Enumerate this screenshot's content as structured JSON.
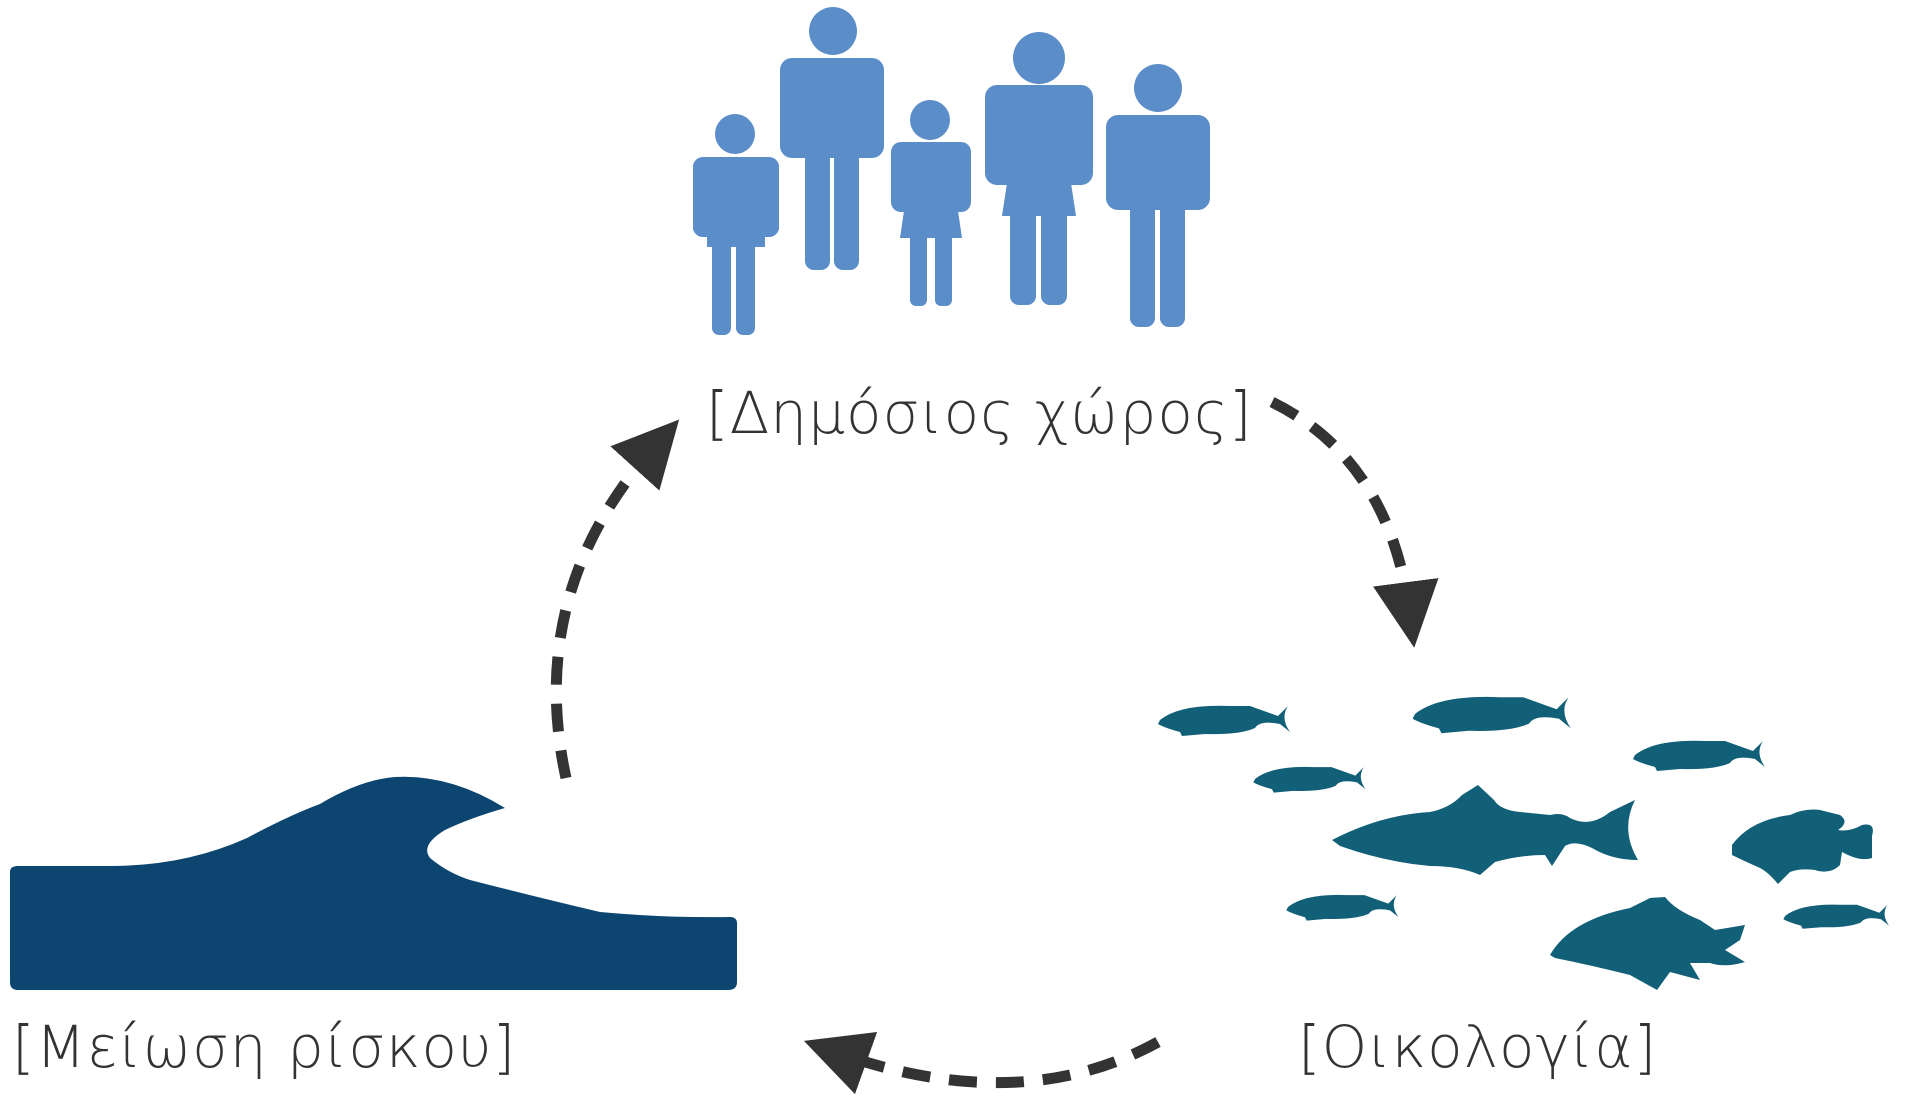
{
  "labels": {
    "public_space": "[Δημόσιος χώρος]",
    "risk_reduction": "[Μείωση ρίσκου]",
    "ecology": "[Οικολογία]"
  },
  "icons": {
    "people": "family-people-icon",
    "wave": "wave-icon",
    "fish": "fish-school-icon"
  },
  "colors": {
    "people": "#5b8dc9",
    "wave": "#0b4570",
    "fish": "#125f78",
    "arrow": "#333333",
    "text": "#333333"
  }
}
